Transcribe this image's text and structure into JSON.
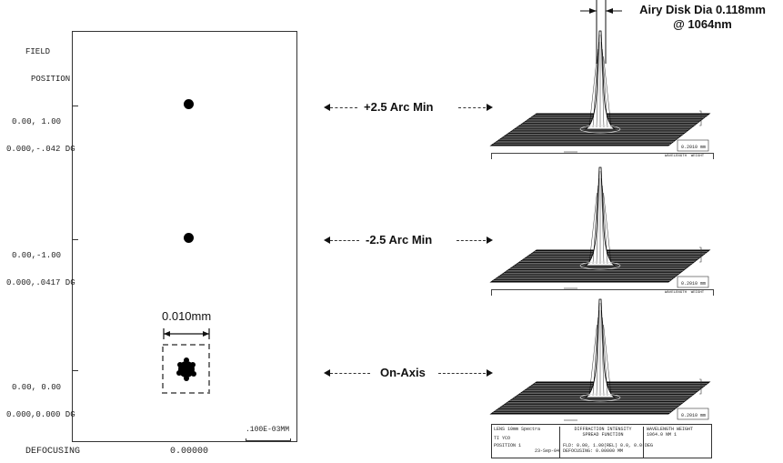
{
  "left_panel": {
    "header_line1": "FIELD",
    "header_line2": "POSITION",
    "fields": [
      {
        "line1": "0.00, 1.00",
        "line2": "0.000,-.042 DG"
      },
      {
        "line1": "0.00,-1.00",
        "line2": "0.000,.0417 DG"
      },
      {
        "line1": "0.00, 0.00",
        "line2": "0.000,0.000 DG"
      }
    ],
    "defocusing_label": "DEFOCUSING",
    "defocusing_value": "0.00000",
    "scale_label": ".100E-03MM",
    "spot_dimension_label": "0.010mm"
  },
  "arrow_labels": [
    "+2.5 Arc Min",
    "-2.5 Arc Min",
    "On-Axis"
  ],
  "airy": {
    "line1": "Airy Disk Dia 0.118mm",
    "line2": "@ 1064nm"
  },
  "psf_plots": [
    {
      "scale_text": "0.2010 mm",
      "footer": [
        "",
        "",
        "WAVELENGTH  WEIGHT",
        ""
      ]
    },
    {
      "scale_text": "0.2010 mm",
      "footer": [
        "",
        "",
        "WAVELENGTH  WEIGHT",
        ""
      ]
    },
    {
      "scale_text": "0.2010 mm",
      "footer": [
        "LENS 10mm Spectra",
        "DIFFRACTION INTENSITY",
        "WAVELENGTH  WEIGHT",
        "1064.0 NM     1"
      ]
    }
  ],
  "bottom_table": {
    "cell_1a": "LENS 10mm Spectra",
    "cell_1b": "TI YCO",
    "cell_1c": "POSITION 1",
    "cell_1d": "23-Sep-04",
    "cell_2a": "DIFFRACTION INTENSITY",
    "cell_2b": "SPREAD FUNCTION",
    "cell_2c": "FLD: 0.00, 1.00(REL) 0.0, 0.0(DEG",
    "cell_2d": "DEFOCUSING:  0.00000 MM",
    "cell_3a": "WAVELENGTH  WEIGHT",
    "cell_3b": "1064.0 NM     1"
  }
}
